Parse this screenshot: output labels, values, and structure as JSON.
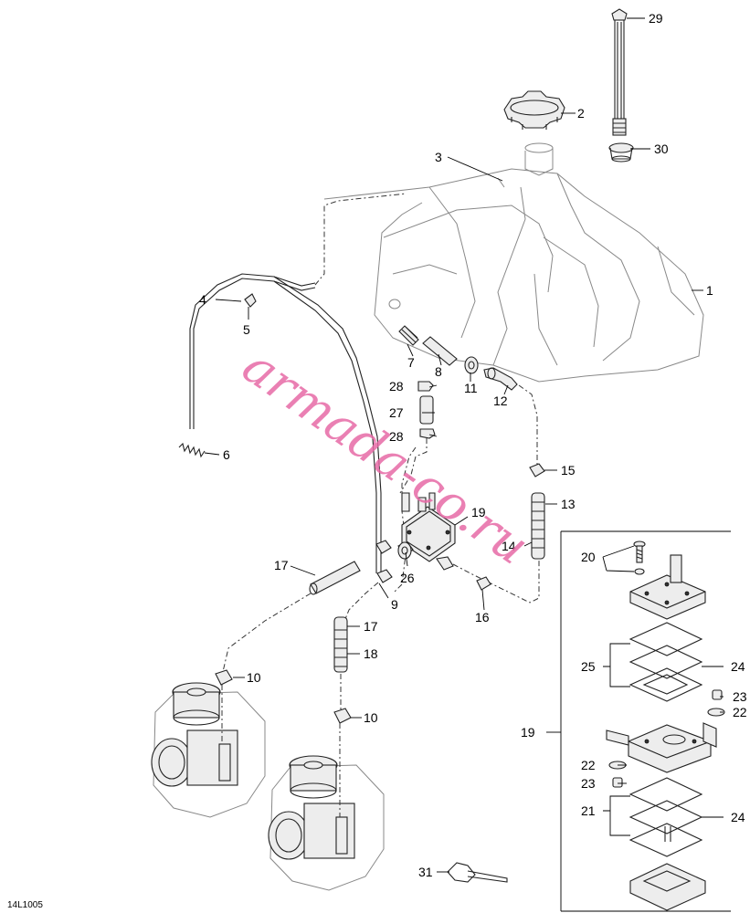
{
  "watermark": "armada-co.ru",
  "drawing_code": "14L1005",
  "callouts": {
    "c1": "1",
    "c2": "2",
    "c3": "3",
    "c4": "4",
    "c5": "5",
    "c6": "6",
    "c7": "7",
    "c8": "8",
    "c9": "9",
    "c10a": "10",
    "c10b": "10",
    "c11": "11",
    "c12": "12",
    "c13": "13",
    "c14": "14",
    "c15": "15",
    "c16": "16",
    "c17a": "17",
    "c17b": "17",
    "c18": "18",
    "c19a": "19",
    "c19b": "19",
    "c20": "20",
    "c21": "21",
    "c22a": "22",
    "c22b": "22",
    "c23a": "23",
    "c23b": "23",
    "c24a": "24",
    "c24b": "24",
    "c25": "25",
    "c26": "26",
    "c27": "27",
    "c28a": "28",
    "c28b": "28",
    "c29": "29",
    "c30": "30",
    "c31": "31"
  }
}
